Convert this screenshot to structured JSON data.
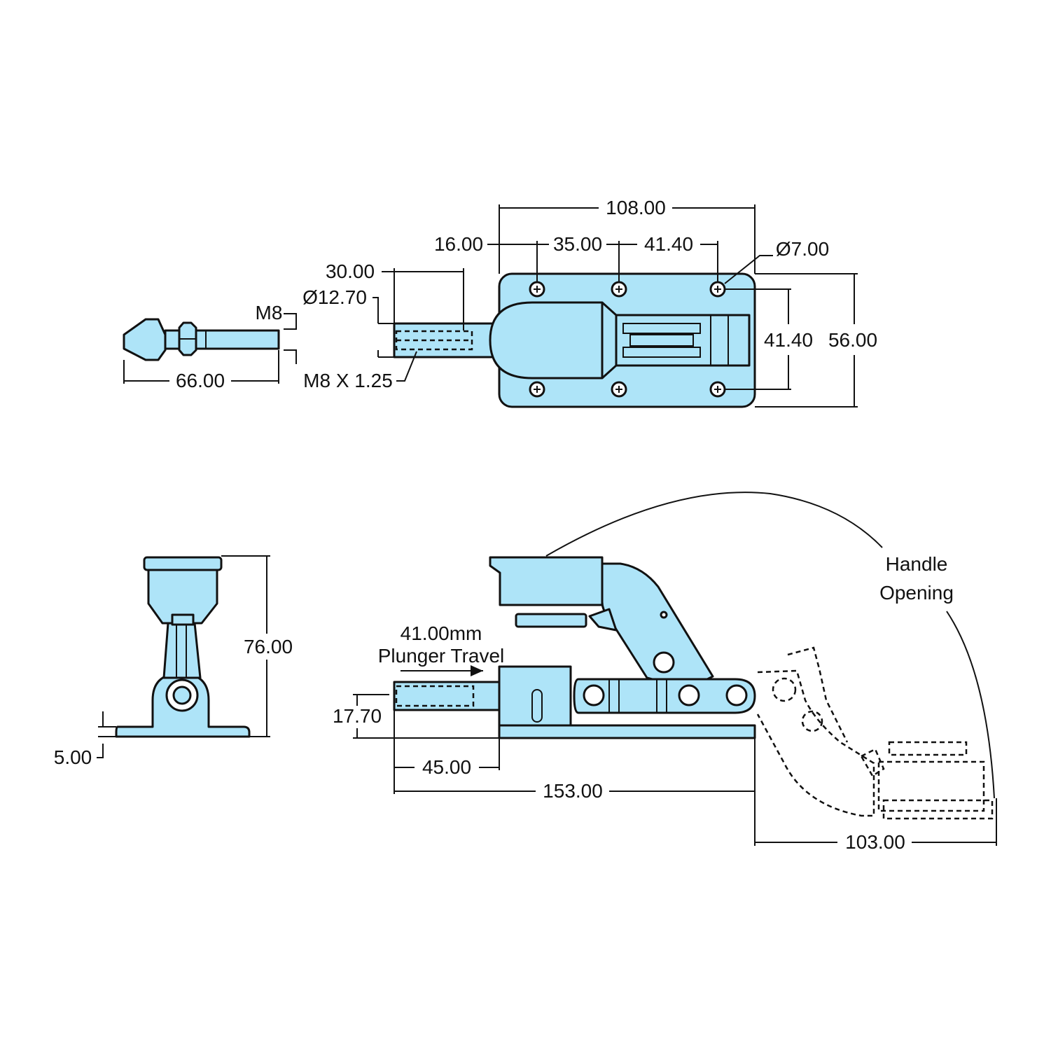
{
  "drawing": {
    "accent_fill": "#aee4f8",
    "stroke": "#111111",
    "top_view": {
      "overall_length": "108.00",
      "edge_to_hole": "16.00",
      "hole_pitch_1": "35.00",
      "hole_pitch_2": "41.40",
      "hole_dia": "Ø7.00",
      "hole_span": "41.40",
      "base_width": "56.00",
      "plunger_thread_len": "30.00",
      "plunger_dia": "Ø12.70",
      "plunger_thread": "M8 X 1.25"
    },
    "spindle": {
      "thread": "M8",
      "length": "66.00"
    },
    "end_view": {
      "height": "76.00",
      "base_thk": "5.00"
    },
    "side_view": {
      "travel_value": "41.00mm",
      "travel_label": "Plunger Travel",
      "plunger_height": "17.70",
      "plunger_offset": "45.00",
      "overall_length": "153.00",
      "handle_reach": "103.00",
      "handle_label_1": "Handle",
      "handle_label_2": "Opening"
    }
  }
}
